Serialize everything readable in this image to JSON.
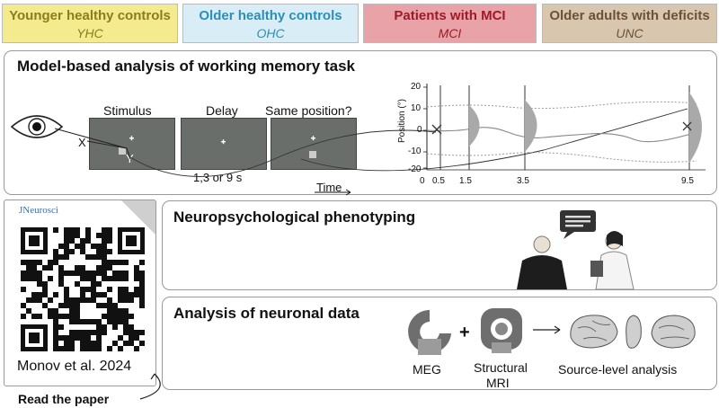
{
  "groups": [
    {
      "title": "Younger healthy controls",
      "abbr": "YHC",
      "bg": "#f3eb8e",
      "color": "#8a7d1c"
    },
    {
      "title": "Older healthy controls",
      "abbr": "OHC",
      "bg": "#d8edf6",
      "color": "#2b8fb8"
    },
    {
      "title": "Patients with MCI",
      "abbr": "MCI",
      "bg": "#e9a2a8",
      "color": "#9e1b26"
    },
    {
      "title": "Older adults with deficits",
      "abbr": "UNC",
      "bg": "#d8c6ae",
      "color": "#6a5236"
    }
  ],
  "model": {
    "title": "Model-based analysis of working memory task",
    "stimulus_label": "Stimulus",
    "delay_label": "Delay",
    "same_label": "Same position?",
    "delay_values": "1,3 or 9 s",
    "time_label": "Time",
    "x_label": "X",
    "y_label": "Y",
    "position_axis": "Position (°)",
    "y_ticks": [
      "20",
      "10",
      "0",
      "-10",
      "-20"
    ],
    "x_ticks": [
      "0",
      "0.5",
      "1.5",
      "3.5",
      "9.5"
    ]
  },
  "paper": {
    "journal": "JNeurosci",
    "citation": "Monov et al. 2024",
    "read_label": "Read the paper"
  },
  "neuro": {
    "title": "Neuropsychological phenotyping"
  },
  "neuronal": {
    "title": "Analysis of neuronal data",
    "meg_label": "MEG",
    "plus": "+",
    "mri_label_1": "Structural",
    "mri_label_2": "MRI",
    "source_label": "Source-level analysis"
  }
}
